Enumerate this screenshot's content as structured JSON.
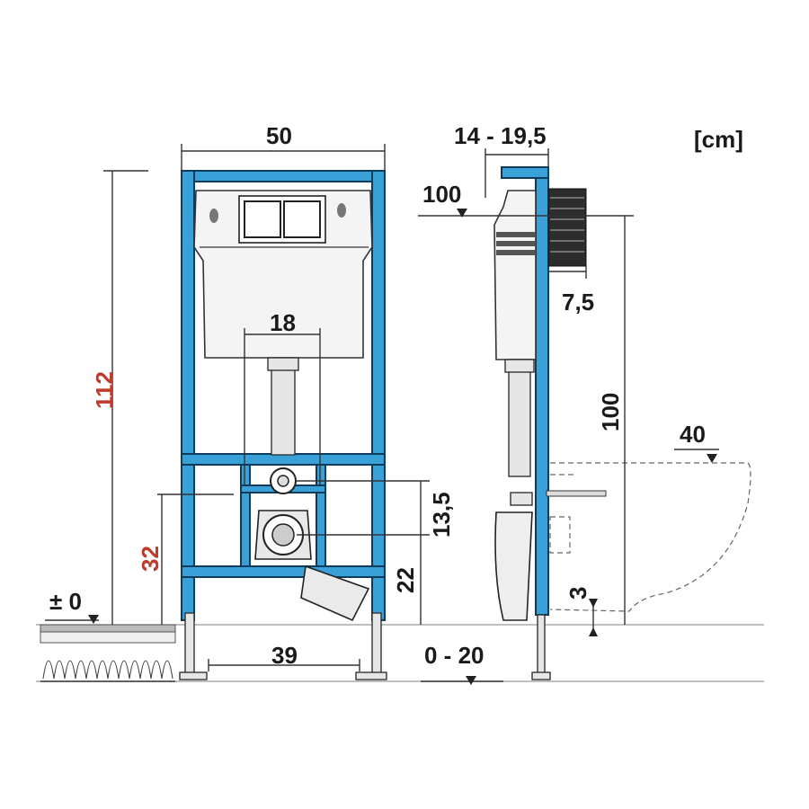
{
  "unit_label": "[cm]",
  "dimensions": {
    "frame_width": "50",
    "depth_range": "14 - 19,5",
    "reference_100_top": "100",
    "offset": "7,5",
    "pipe_spacing": "18",
    "total_height": "112",
    "button_height": "100",
    "bowl_height": "40",
    "outlet_offset": "13,5",
    "support_height": "32",
    "drain_height": "22",
    "floor_zero": "± 0",
    "foot_spacing": "39",
    "floor_build_up": "0 - 20",
    "bowl_gap": "3"
  },
  "colors": {
    "frame_blue": "#3aa0d8",
    "frame_outline": "#0d3b5c",
    "red_dimension": "#c0392b"
  }
}
